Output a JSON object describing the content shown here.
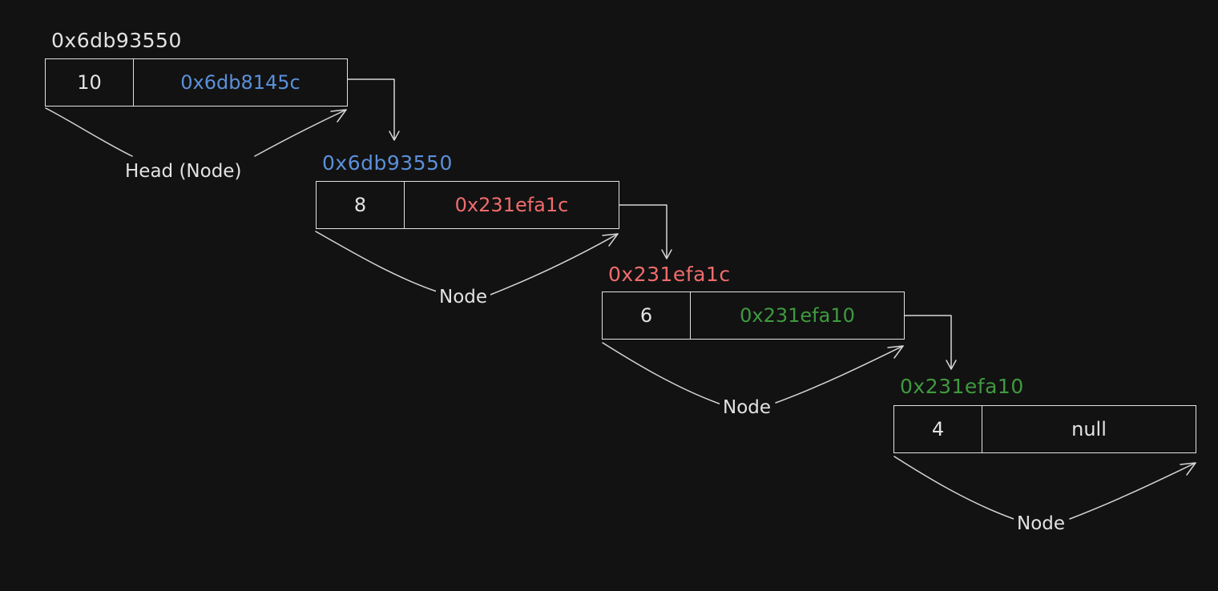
{
  "colors": {
    "background": "#121212",
    "stroke": "#e3e3e3",
    "white": "#e3e3e3",
    "blue": "#5b8fd9",
    "red": "#f06c6c",
    "green": "#3f9a3f"
  },
  "nodes": [
    {
      "address": "0x6db93550",
      "address_color": "white",
      "value": "10",
      "next": "0x6db8145c",
      "next_color": "blue",
      "label": "Head (Node)"
    },
    {
      "address": "0x6db93550",
      "address_color": "blue",
      "value": "8",
      "next": "0x231efa1c",
      "next_color": "red",
      "label": "Node"
    },
    {
      "address": "0x231efa1c",
      "address_color": "red",
      "value": "6",
      "next": "0x231efa10",
      "next_color": "green",
      "label": "Node"
    },
    {
      "address": "0x231efa10",
      "address_color": "green",
      "value": "4",
      "next": "null",
      "next_color": "white",
      "label": "Node"
    }
  ]
}
